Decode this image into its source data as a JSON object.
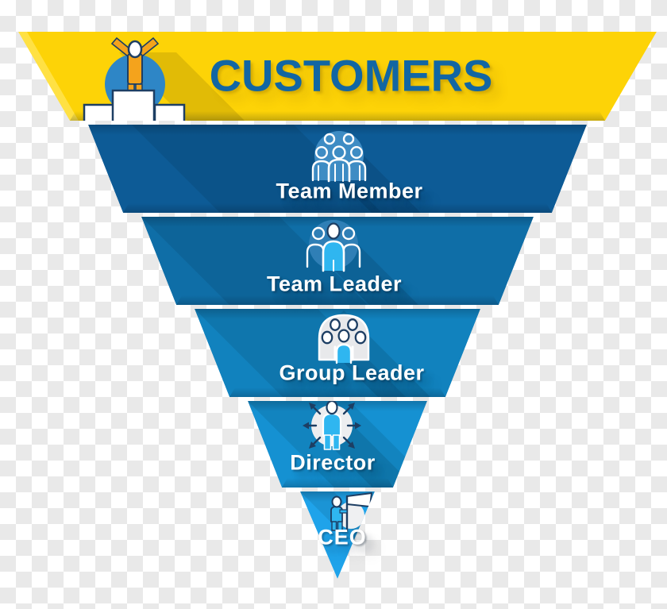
{
  "diagram": {
    "type": "inverted-pyramid-hierarchy",
    "levels": [
      {
        "label": "CUSTOMERS",
        "icon": "winner-podium-icon",
        "band_color": "#fdd307"
      },
      {
        "label": "Team Member",
        "icon": "team-group-icon",
        "band_color": "#0d5b96"
      },
      {
        "label": "Team Leader",
        "icon": "team-leader-icon",
        "band_color": "#0f6ea7"
      },
      {
        "label": "Group Leader",
        "icon": "group-leader-icon",
        "band_color": "#1182be"
      },
      {
        "label": "Director",
        "icon": "director-arrows-icon",
        "band_color": "#1591d2"
      },
      {
        "label": "CEO",
        "icon": "ceo-flag-icon",
        "band_color": "#1fa3ea"
      }
    ],
    "palette": {
      "title_text": "#1266a3",
      "level_text": "#ffffff",
      "accent_cyan": "#2fb6f0",
      "outline_navy": "#1d3e63",
      "icon_circle_blue": "#3e8cc4",
      "checker_gray": "#e9e9e9",
      "checker_white": "#ffffff"
    }
  }
}
